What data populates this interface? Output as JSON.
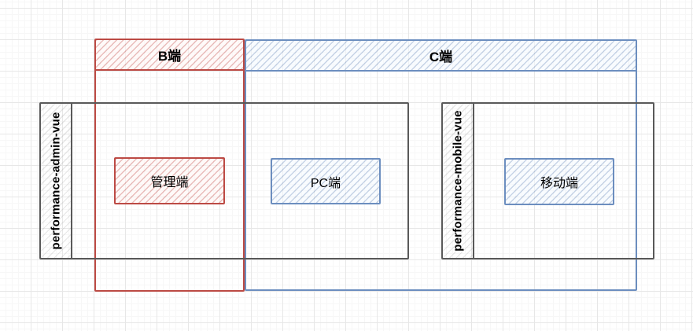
{
  "diagram": {
    "swimlanes": [
      {
        "id": "b",
        "label": "B端",
        "stroke": "#bc4a44"
      },
      {
        "id": "c",
        "label": "C端",
        "stroke": "#6c8ebf"
      }
    ],
    "groups": [
      {
        "id": "admin",
        "label": "performance-admin-vue"
      },
      {
        "id": "mobile",
        "label": "performance-mobile-vue"
      }
    ],
    "nodes": [
      {
        "id": "admin-client",
        "label": "管理端",
        "stroke": "#bc4a44",
        "lane": "B端"
      },
      {
        "id": "pc-client",
        "label": "PC端",
        "stroke": "#6c8ebf",
        "lane": "C端"
      },
      {
        "id": "mobile-client",
        "label": "移动端",
        "stroke": "#6c8ebf",
        "lane": "C端"
      }
    ],
    "colors": {
      "red_stroke": "#bc4a44",
      "red_fill": "#f8cecc",
      "blue_stroke": "#6c8ebf",
      "blue_fill": "#dae8fc",
      "group_stroke": "#595959",
      "grid_major": "#e7e7e7",
      "grid_minor": "#f7f7f7",
      "text": "#000000"
    }
  }
}
